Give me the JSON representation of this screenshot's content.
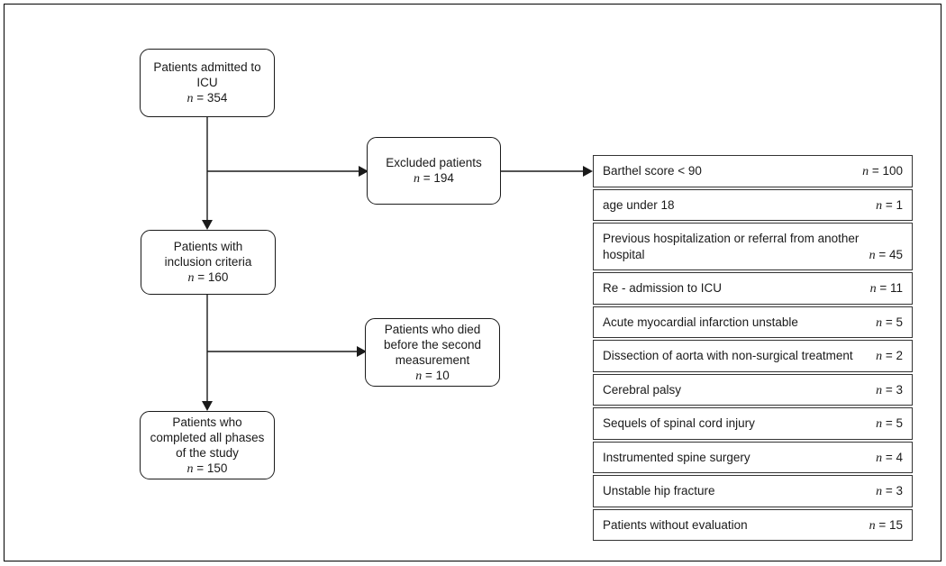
{
  "diagram": {
    "boxes": {
      "admitted": {
        "lines": [
          "Patients admitted to",
          "ICU"
        ],
        "n_prefix": "n",
        "n_rest": " = 354"
      },
      "inclusion": {
        "lines": [
          "Patients with",
          "inclusion criteria"
        ],
        "n_prefix": "n",
        "n_rest": " = 160"
      },
      "completed": {
        "lines": [
          "Patients who",
          "completed all phases",
          "of the study"
        ],
        "n_prefix": "n",
        "n_rest": " = 150"
      },
      "excluded": {
        "lines": [
          "Excluded patients"
        ],
        "n_prefix": "n",
        "n_rest": " = 194"
      },
      "died": {
        "lines": [
          "Patients who died",
          "before the second",
          "measurement"
        ],
        "n_prefix": "n",
        "n_rest": " = 10"
      }
    },
    "exclusion_reasons": [
      {
        "label": "Barthel score < 90",
        "n_prefix": "n",
        "n_rest": " = 100"
      },
      {
        "label": "age under 18",
        "n_prefix": "n",
        "n_rest": " = 1"
      },
      {
        "label": "Previous hospitalization or referral from another hospital",
        "n_prefix": "n",
        "n_rest": " = 45"
      },
      {
        "label": "Re - admission to ICU",
        "n_prefix": "n",
        "n_rest": " = 11"
      },
      {
        "label": "Acute myocardial infarction unstable",
        "n_prefix": "n",
        "n_rest": " = 5"
      },
      {
        "label": "Dissection of aorta with non-surgical treatment",
        "n_prefix": "n",
        "n_rest": " = 2"
      },
      {
        "label": "Cerebral palsy",
        "n_prefix": "n",
        "n_rest": " = 3"
      },
      {
        "label": "Sequels of spinal cord injury",
        "n_prefix": "n",
        "n_rest": " = 5"
      },
      {
        "label": "Instrumented spine surgery",
        "n_prefix": "n",
        "n_rest": " = 4"
      },
      {
        "label": "Unstable hip fracture",
        "n_prefix": "n",
        "n_rest": " = 3"
      },
      {
        "label": "Patients without evaluation",
        "n_prefix": "n",
        "n_rest": " = 15"
      }
    ],
    "colors": {
      "line": "#1a1a1a",
      "box_border": "#1a1a1a",
      "row_border": "#333333",
      "background": "#ffffff",
      "frame": "#000000"
    }
  }
}
